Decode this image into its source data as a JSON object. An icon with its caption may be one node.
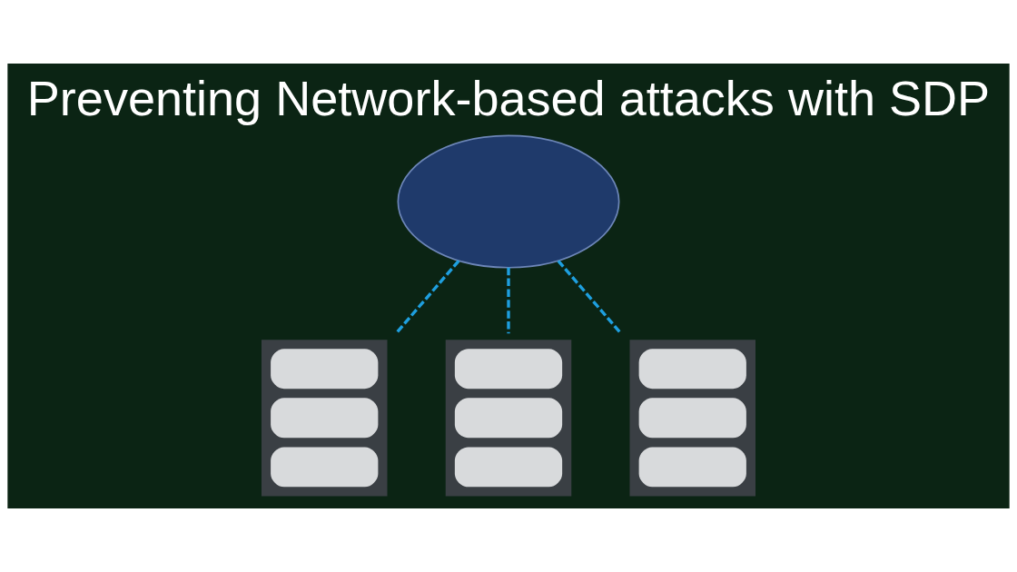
{
  "diagram": {
    "title": "Preventing Network-based attacks with SDP",
    "nodes": [
      {
        "text": [],
        "shape": "cloud"
      },
      {
        "text": [],
        "shape": "server"
      },
      {
        "text": [],
        "shape": "server"
      },
      {
        "text": [],
        "shape": "server"
      }
    ],
    "edges": [
      {
        "from": 0,
        "to": 1,
        "arrow": "none",
        "style": "dashed"
      },
      {
        "from": 0,
        "to": 2,
        "arrow": "none",
        "style": "dashed"
      },
      {
        "from": 0,
        "to": 3,
        "arrow": "none",
        "style": "dashed"
      }
    ]
  }
}
